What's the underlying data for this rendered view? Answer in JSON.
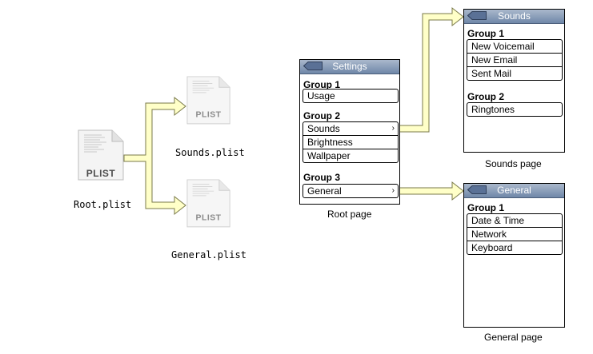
{
  "colors": {
    "arrow_fill": "#ffffc8",
    "arrow_stroke": "#7a7a4a",
    "nav_bar_top": "#aab8cc",
    "nav_bar_bottom": "#6f87a8"
  },
  "files": {
    "root": {
      "tag": "PLIST",
      "name": "Root.plist",
      "icon": "plist-file-icon"
    },
    "sounds": {
      "tag": "PLIST",
      "name": "Sounds.plist",
      "icon": "plist-file-icon"
    },
    "general": {
      "tag": "PLIST",
      "name": "General.plist",
      "icon": "plist-file-icon"
    }
  },
  "pages": {
    "root": {
      "title": "Settings",
      "caption": "Root page",
      "groups": [
        {
          "label": "Group 1",
          "rows": [
            "Usage"
          ]
        },
        {
          "label": "Group 2",
          "rows": [
            "Sounds",
            "Brightness",
            "Wallpaper"
          ]
        },
        {
          "label": "Group 3",
          "rows": [
            "General"
          ]
        }
      ],
      "chevron": "›"
    },
    "sounds": {
      "title": "Sounds",
      "caption": "Sounds page",
      "groups": [
        {
          "label": "Group 1",
          "rows": [
            "New Voicemail",
            "New Email",
            "Sent Mail"
          ]
        },
        {
          "label": "Group 2",
          "rows": [
            "Ringtones"
          ]
        }
      ]
    },
    "general": {
      "title": "General",
      "caption": "General page",
      "groups": [
        {
          "label": "Group 1",
          "rows": [
            "Date & Time",
            "Network",
            "Keyboard"
          ]
        }
      ]
    }
  }
}
